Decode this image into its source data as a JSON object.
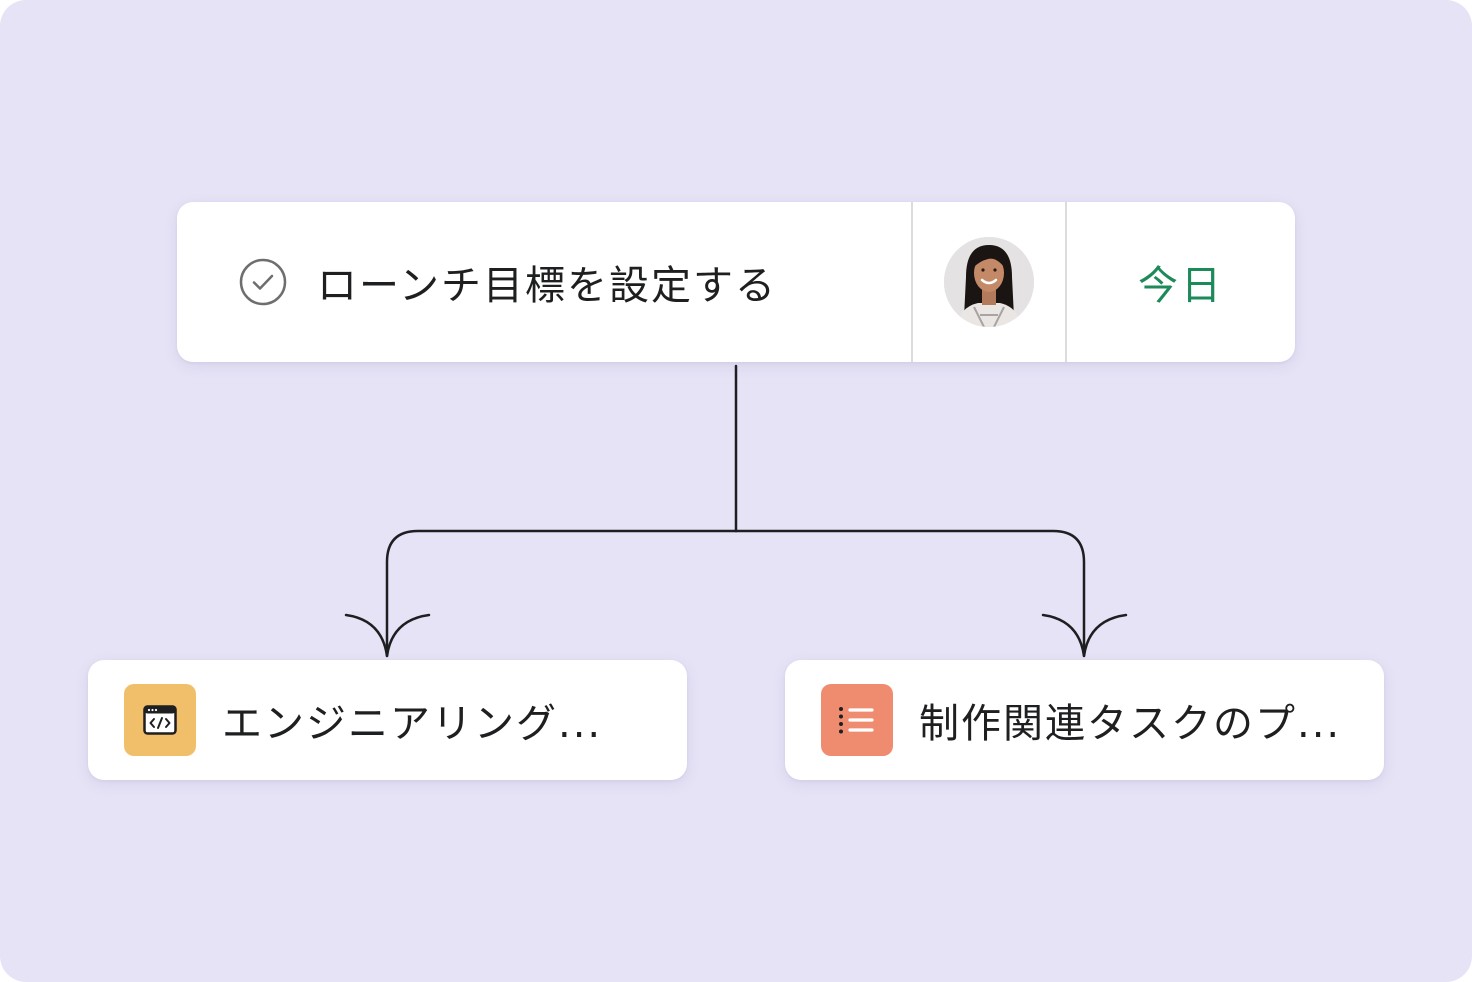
{
  "parent_task": {
    "title": "ローンチ目標を設定する",
    "due": "今日",
    "status_icon": "check-circle-icon",
    "assignee_avatar": "avatar"
  },
  "subprojects": [
    {
      "title": "エンジニアリング...",
      "icon": "code-window-icon",
      "color": "#f1be6a"
    },
    {
      "title": "制作関連タスクのプ...",
      "icon": "list-icon",
      "color": "#ef8c70"
    }
  ],
  "colors": {
    "background": "#e6e3f6",
    "due_text": "#1d8a5a",
    "connector": "#1e1f21"
  }
}
